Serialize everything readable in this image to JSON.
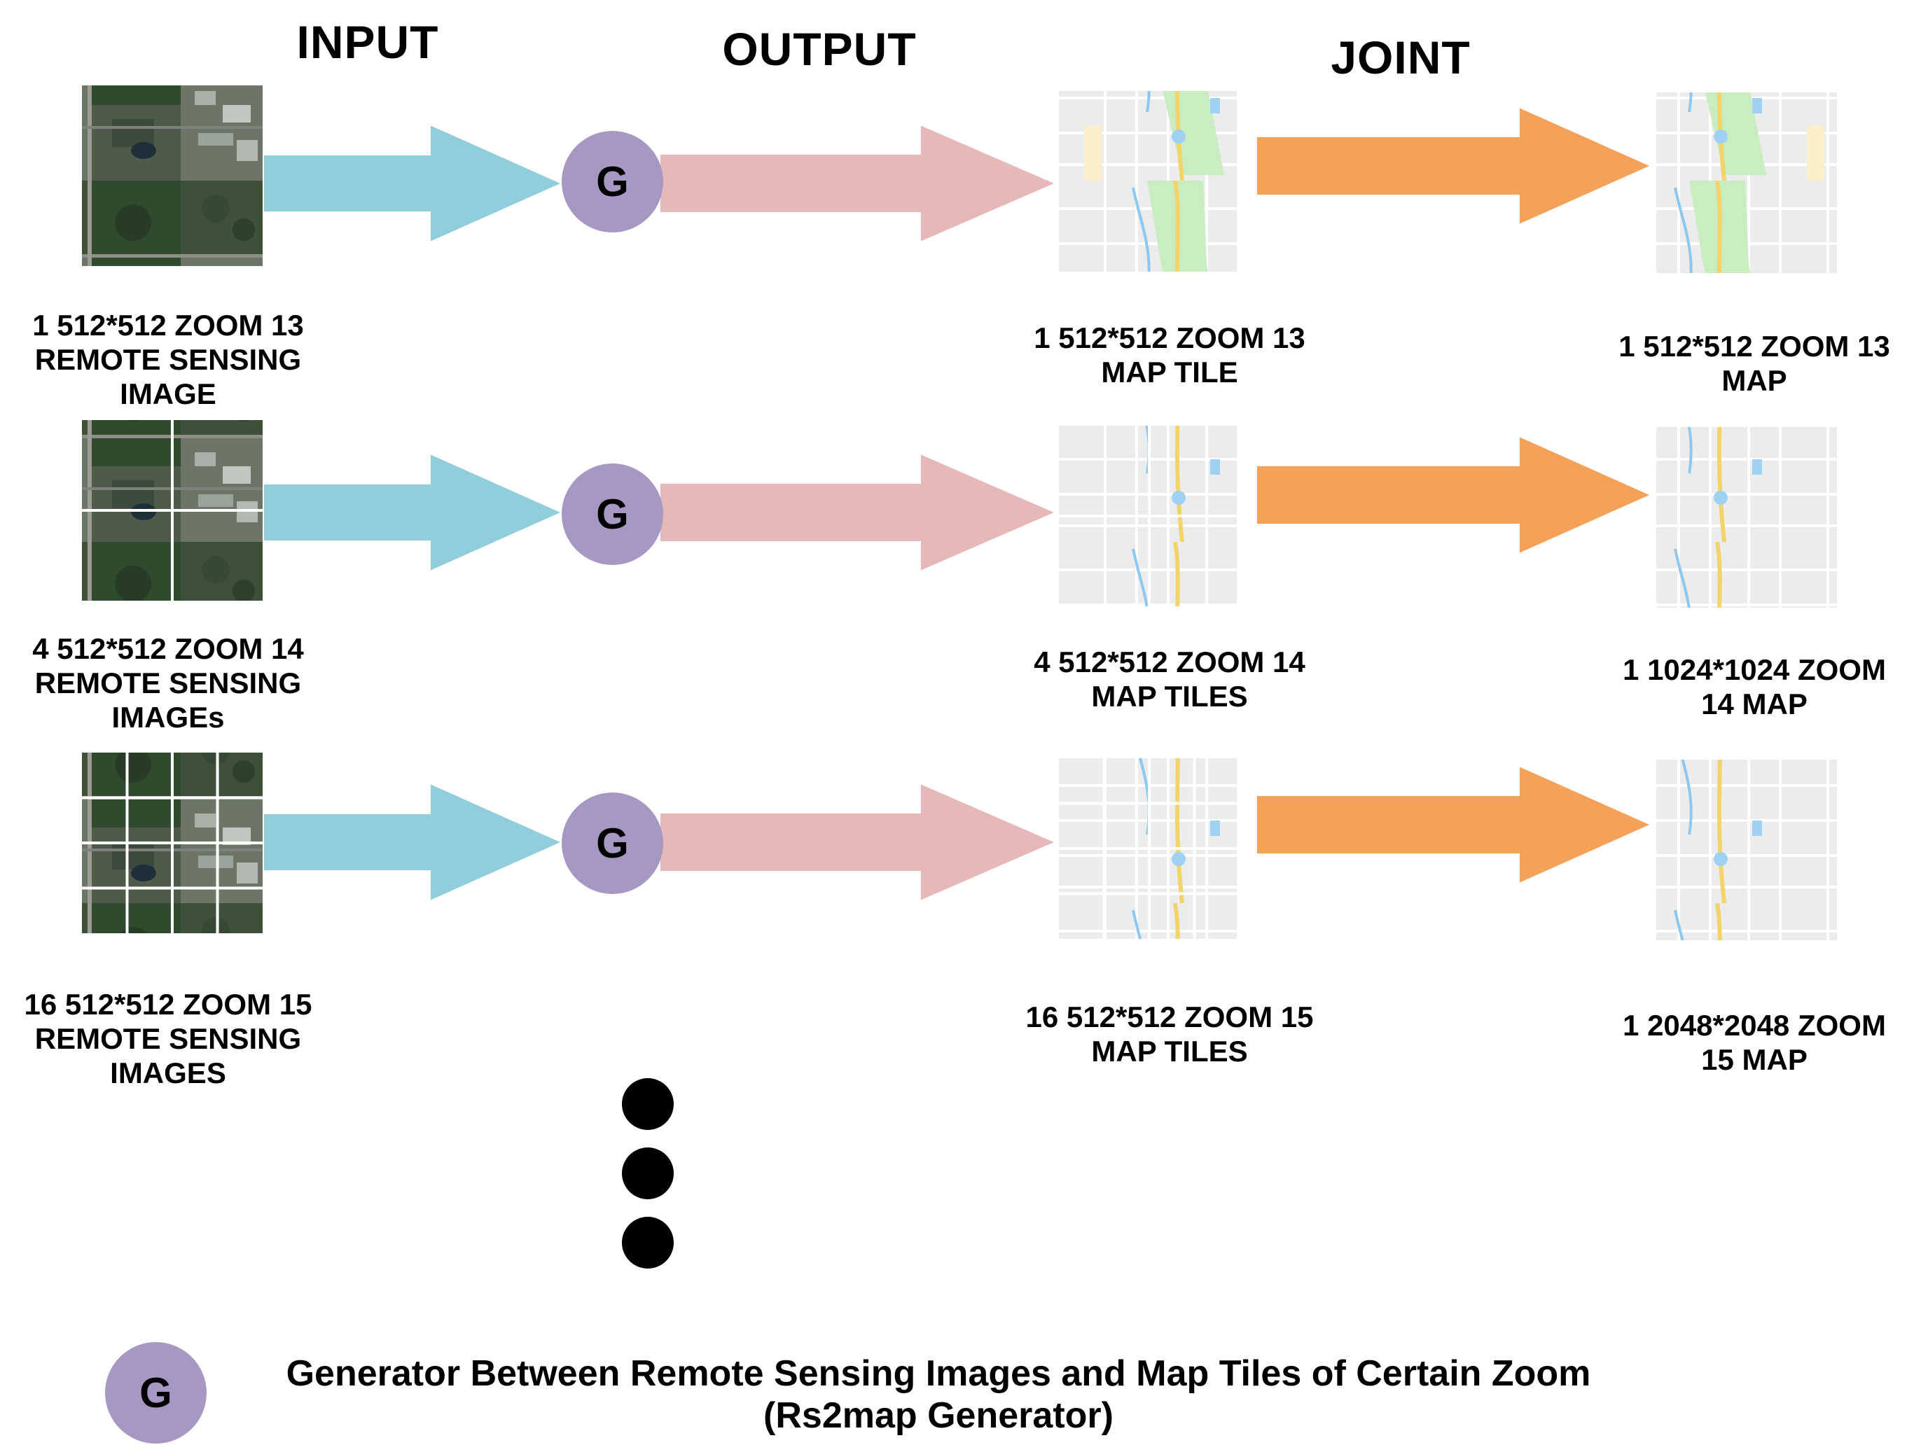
{
  "headers": {
    "input": "INPUT",
    "output": "OUTPUT",
    "joint": "JOINT"
  },
  "colors": {
    "input_arrow": "#92cddc",
    "output_arrow": "#e6b9b8",
    "joint_arrow": "#f4a15a",
    "generator": "#a698c2"
  },
  "generator_label": "G",
  "rows": [
    {
      "input_caption": [
        "1 512*512 ZOOM 13",
        "REMOTE SENSING",
        "IMAGE"
      ],
      "tiles_caption": [
        "1 512*512 ZOOM 13",
        "MAP TILE"
      ],
      "map_caption": [
        "1 512*512 ZOOM 13",
        "MAP"
      ],
      "grid": 1
    },
    {
      "input_caption": [
        "4 512*512 ZOOM 14",
        "REMOTE SENSING",
        "IMAGEs"
      ],
      "tiles_caption": [
        "4 512*512 ZOOM 14",
        "MAP TILES"
      ],
      "map_caption": [
        "1 1024*1024 ZOOM",
        "14 MAP"
      ],
      "grid": 2
    },
    {
      "input_caption": [
        "16 512*512 ZOOM 15",
        "REMOTE SENSING",
        "IMAGES"
      ],
      "tiles_caption": [
        "16 512*512 ZOOM 15",
        "MAP TILES"
      ],
      "map_caption": [
        "1 2048*2048 ZOOM",
        "15 MAP"
      ],
      "grid": 4
    }
  ],
  "legend": {
    "symbol": "G",
    "line1": "Generator Between Remote Sensing Images and Map Tiles of Certain Zoom",
    "line2": "(Rs2map Generator)"
  }
}
